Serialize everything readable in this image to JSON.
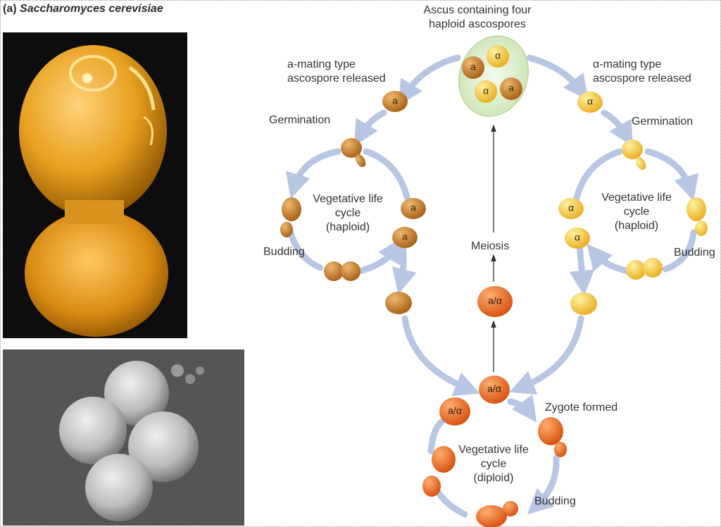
{
  "figure": {
    "title_prefix": "(a)",
    "title_species": "Saccharomyces cerevisiae"
  },
  "labels": {
    "ascus": [
      "Ascus containing four",
      "haploid ascospores"
    ],
    "a_mating": [
      "a-mating type",
      "ascospore released"
    ],
    "alpha_mating": [
      "α-mating type",
      "ascospore released"
    ],
    "germination_left": "Germination",
    "germination_right": "Germination",
    "veg_left": [
      "Vegetative life",
      "cycle",
      "(haploid)"
    ],
    "veg_right": [
      "Vegetative life",
      "cycle",
      "(haploid)"
    ],
    "veg_bottom": [
      "Vegetative life",
      "cycle",
      "(diploid)"
    ],
    "budding_left": "Budding",
    "budding_right": "Budding",
    "budding_bottom": "Budding",
    "meiosis": "Meiosis",
    "zygote": "Zygote formed"
  },
  "cell_labels": {
    "a": "a",
    "alpha": "α",
    "diploid": "a/α"
  },
  "colors": {
    "arrow": "#b7c6e3",
    "a_cell": "#c47a1f",
    "alpha_cell": "#f2c232",
    "diploid_cell": "#e8621a",
    "ascus": "#d8ecc7"
  }
}
